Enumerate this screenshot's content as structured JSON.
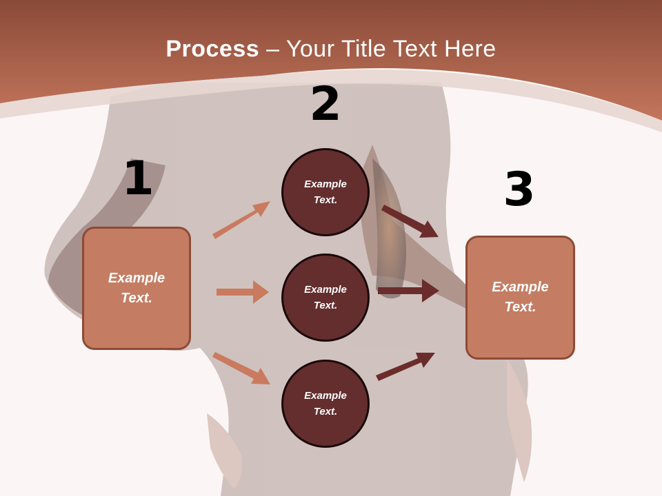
{
  "title": {
    "bold": "Process",
    "rest": " – Your Title Text Here"
  },
  "steps": {
    "one": "1",
    "two": "2",
    "three": "3"
  },
  "left_box": {
    "text": "Example\nText."
  },
  "circles": [
    {
      "text": "Example\nText."
    },
    {
      "text": "Example\nText."
    },
    {
      "text": "Example\nText."
    }
  ],
  "right_box": {
    "text": "Example\nText."
  },
  "colors": {
    "header_dark": "#8a4a38",
    "header_light": "#c4765c",
    "box_fill": "#c47d63",
    "circle_fill": "#642e2e",
    "arrow_light": "#c97a5f",
    "arrow_dark": "#6b2c2c"
  }
}
